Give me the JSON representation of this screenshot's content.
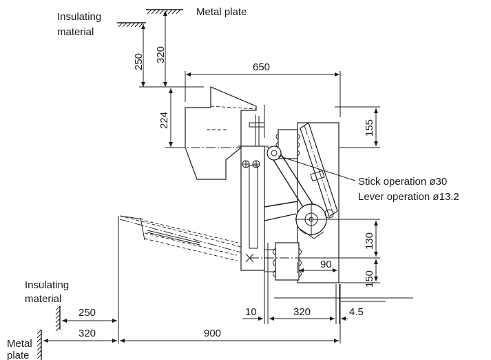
{
  "labels": {
    "metal_plate_top": "Metal plate",
    "insulating_top_line1": "Insulating",
    "insulating_top_line2": "material",
    "insulating_bottom_line1": "Insulating",
    "insulating_bottom_line2": "material",
    "metal_bottom_line1": "Metal",
    "metal_bottom_line2": "plate",
    "stick_operation": "Stick operation ø30",
    "lever_operation": "Lever operation ø13.2"
  },
  "dimensions": {
    "d320_top": "320",
    "d250_top": "250",
    "d650": "650",
    "d224": "224",
    "d155": "155",
    "d130": "130",
    "d90": "90",
    "d150": "150",
    "d10": "10",
    "d320_bottom": "320",
    "d4_5": "4.5",
    "d250_bottom": "250",
    "d320_bottom_left": "320",
    "d900": "900"
  }
}
